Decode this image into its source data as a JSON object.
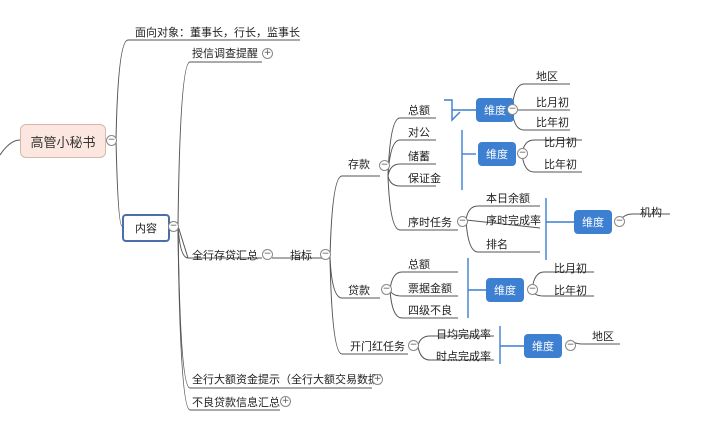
{
  "root": {
    "label": "高管小秘书"
  },
  "audience": {
    "label": "面向对象：董事长，行长，监事长"
  },
  "content": {
    "label": "内容"
  },
  "branches": {
    "credit_check": "授信调查提醒",
    "deposit_loan_summary": "全行存贷汇总",
    "large_fund": "全行大额资金提示（全行大额交易数据）",
    "npl_summary": "不良贷款信息汇总"
  },
  "indicator": {
    "label": "指标"
  },
  "deposit": {
    "label": "存款",
    "items": [
      "总额",
      "对公",
      "储蓄",
      "保证金"
    ],
    "dim1": {
      "label": "维度",
      "items": [
        "地区",
        "比月初",
        "比年初"
      ]
    },
    "dim2": {
      "label": "维度",
      "items": [
        "比月初",
        "比年初"
      ]
    }
  },
  "timed_task": {
    "label": "序时任务",
    "items": [
      "本日余额",
      "序时完成率",
      "排名"
    ],
    "dim": {
      "label": "维度",
      "items": [
        "机构"
      ]
    }
  },
  "loan": {
    "label": "贷款",
    "items": [
      "总额",
      "票据金额",
      "四级不良"
    ],
    "dim": {
      "label": "维度",
      "items": [
        "比月初",
        "比年初"
      ]
    }
  },
  "kaimen": {
    "label": "开门红任务",
    "items": [
      "日均完成率",
      "时点完成率"
    ],
    "dim": {
      "label": "维度",
      "items": [
        "地区"
      ]
    }
  },
  "toggles": {
    "collapse": "−",
    "expand": "+"
  },
  "colors": {
    "line": "#555555",
    "dimension_fill": "#3d7fd0",
    "root_fill": "#fbe7df",
    "bracket": "#3d7fd0"
  }
}
